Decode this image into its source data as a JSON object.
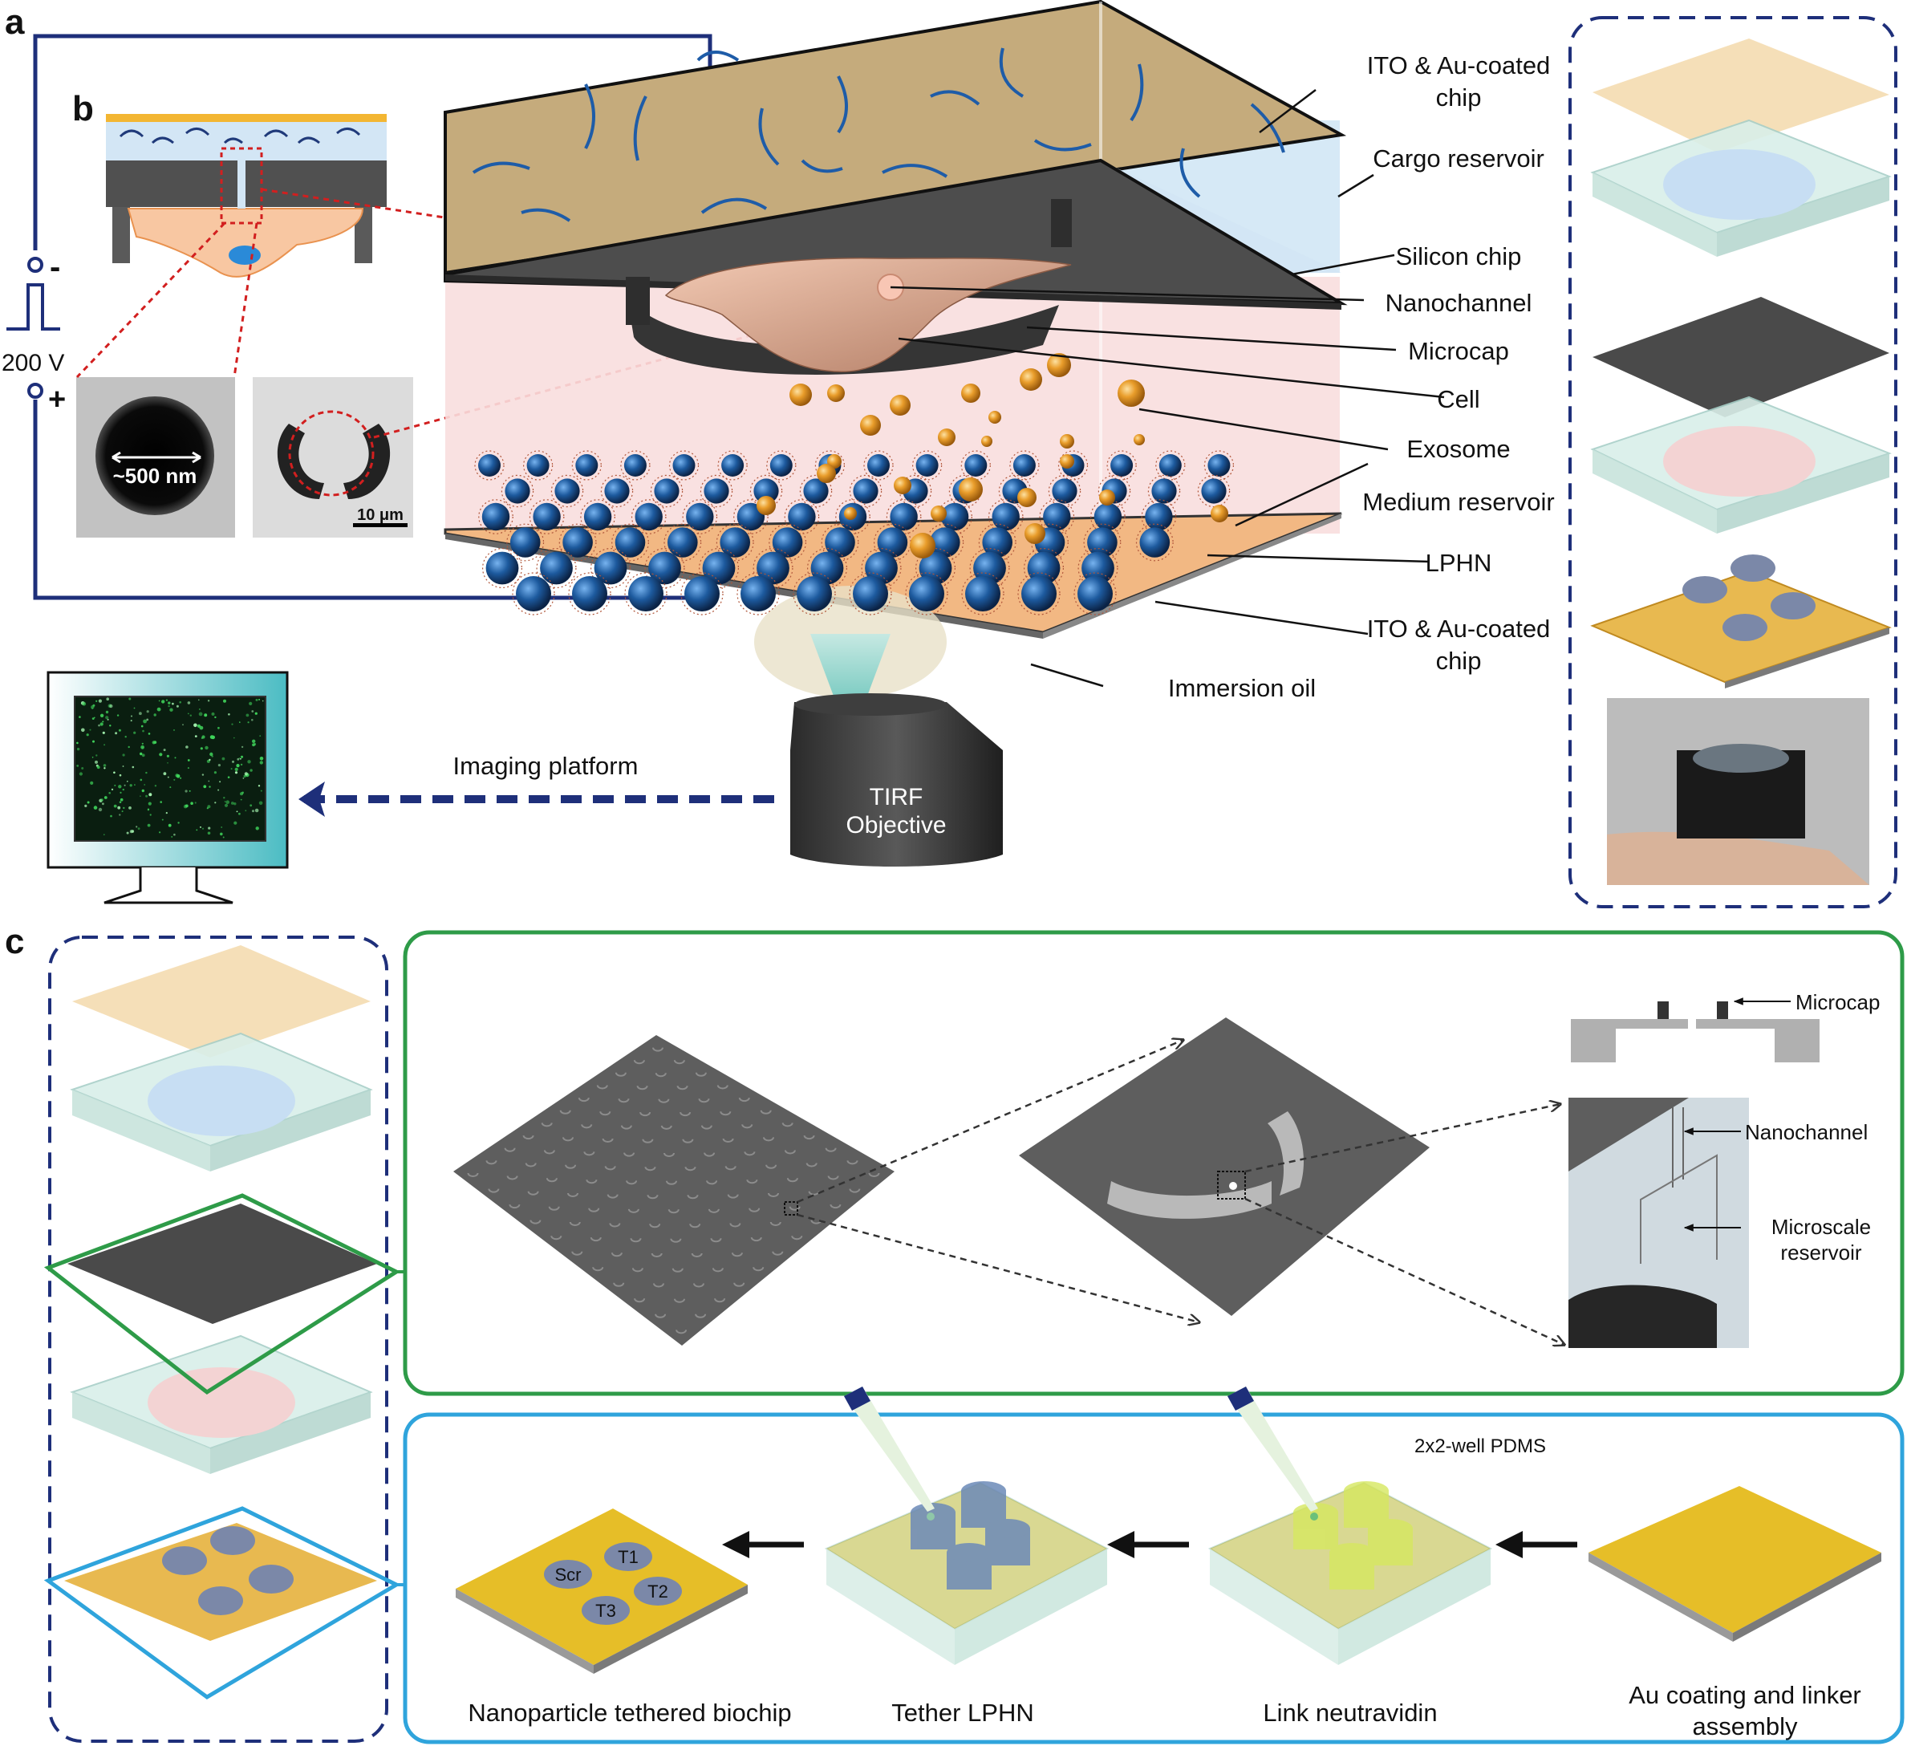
{
  "panels": {
    "a": "a",
    "b": "b",
    "c": "c"
  },
  "voltage": {
    "value": "200 V",
    "minus": "-",
    "plus": "+"
  },
  "scale": {
    "nm": "~500 nm",
    "um": "10 μm"
  },
  "labels_a": {
    "ito_top_1": "ITO & Au-coated",
    "ito_top_2": "chip",
    "cargo": "Cargo reservoir",
    "silicon": "Silicon chip",
    "nanochannel": "Nanochannel",
    "microcap": "Microcap",
    "cell": "Cell",
    "exosome": "Exosome",
    "medium": "Medium reservoir",
    "lphn": "LPHN",
    "ito_bottom_1": "ITO & Au-coated",
    "ito_bottom_2": "chip",
    "oil": "Immersion oil",
    "imaging": "Imaging platform",
    "objective_1": "TIRF",
    "objective_2": "Objective"
  },
  "labels_c_green": {
    "microcap": "Microcap",
    "nanochannel": "Nanochannel",
    "reservoir_1": "Microscale",
    "reservoir_2": "reservoir"
  },
  "labels_c_blue": {
    "pdms": "2x2-well PDMS",
    "well_labels": [
      "Scr",
      "T1",
      "T2",
      "T3"
    ],
    "steps": [
      "Nanoparticle tethered biochip",
      "Tether LPHN",
      "Link neutravidin",
      "Au coating and linker",
      "assembly"
    ]
  },
  "colors": {
    "navy": "#1e2f7a",
    "gold": "#e5b92a",
    "silicon": "#5e5e5e",
    "cargo": "#d3e6f5",
    "medium": "#f7dcdc",
    "exosome": "#e49a2a",
    "lphn": "#1d5a9e",
    "green_frame": "#2e9b48",
    "blue_frame": "#2fa4dc",
    "red_dash": "#d21f1f"
  }
}
